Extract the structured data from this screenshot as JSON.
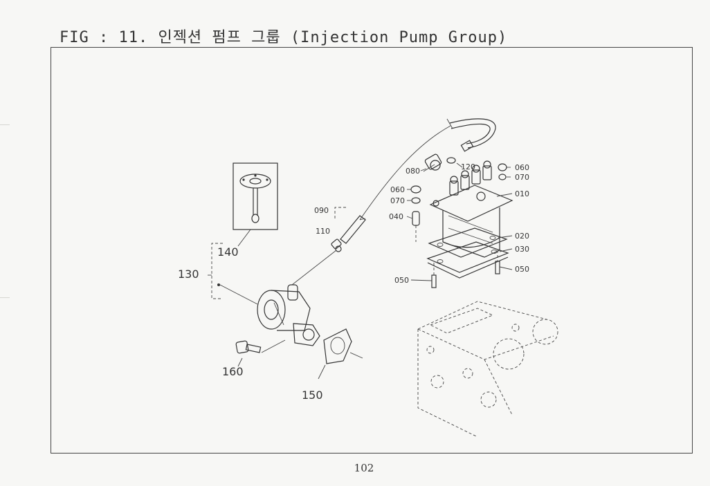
{
  "figure": {
    "title": "FIG : 11. 인젝션 펌프 그룹 (Injection Pump Group)"
  },
  "page_number": "102",
  "callouts": {
    "c010": "010",
    "c020": "020",
    "c030": "030",
    "c040": "040",
    "c050_left": "050",
    "c050_right": "050",
    "c060_left": "060",
    "c060_right": "060",
    "c070_left": "070",
    "c070_right": "070",
    "c080": "080",
    "c090": "090",
    "c110": "110",
    "c120": "120",
    "c130": "130",
    "c140": "140",
    "c150": "150",
    "c160": "160"
  }
}
